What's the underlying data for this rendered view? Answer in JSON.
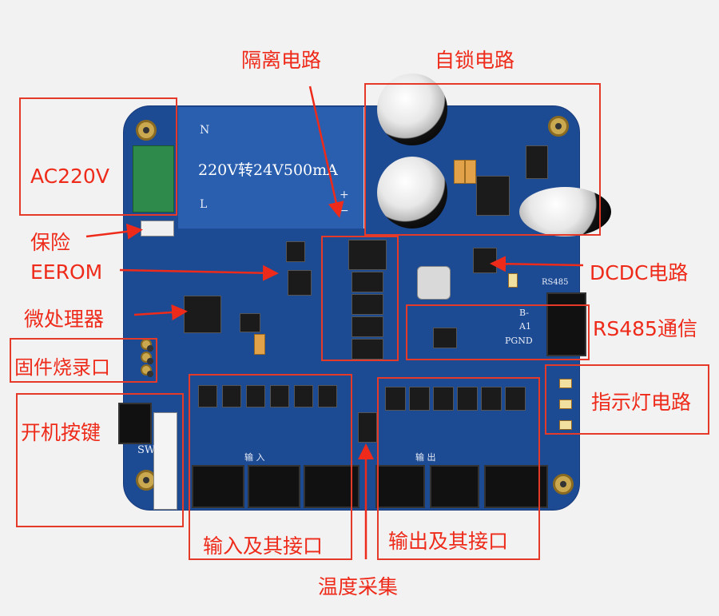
{
  "board": {
    "module_text": "220V转24V500mA",
    "silk_n": "N",
    "silk_l": "L",
    "silk_plus": "+",
    "silk_minus": "−",
    "silk_rs485": "RS485",
    "silk_b": "B-",
    "silk_a": "A1",
    "silk_pgnd": "PGND",
    "silk_sw": "SW",
    "silk_in": "输   入",
    "silk_out": "输   出"
  },
  "labels": {
    "isolation": "隔离电路",
    "self_lock": "自锁电路",
    "ac220v": "AC220V",
    "fuse": "保险",
    "eerom": "EEROM",
    "mcu": "微处理器",
    "firmware": "固件烧录口",
    "power_button": "开机按键",
    "dcdc": "DCDC电路",
    "rs485": "RS485通信",
    "indicator": "指示灯电路",
    "input": "输入及其接口",
    "output": "输出及其接口",
    "temperature": "温度采集"
  },
  "colors": {
    "annotation": "#ee2b1a",
    "board": "#1c4a93"
  }
}
